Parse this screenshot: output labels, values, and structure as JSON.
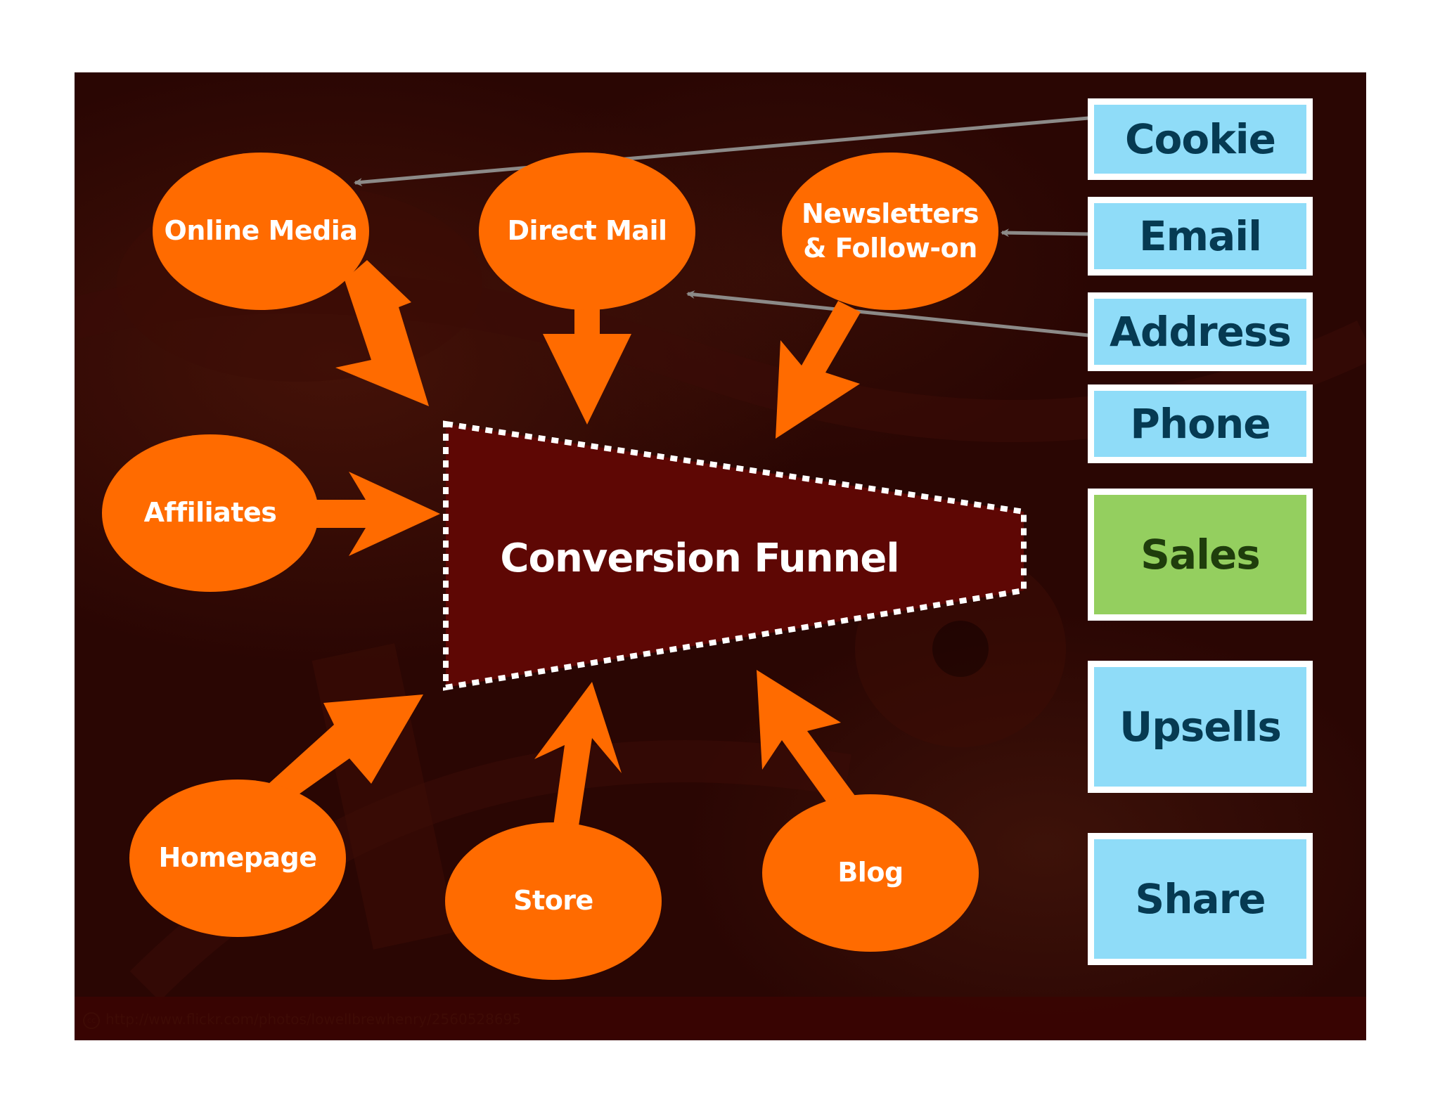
{
  "diagram": {
    "center": {
      "label": "Conversion Funnel"
    },
    "sources": [
      {
        "id": "online-media",
        "label": "Online Media"
      },
      {
        "id": "direct-mail",
        "label": "Direct Mail"
      },
      {
        "id": "newsletters",
        "label": "Newsletters\n& Follow-on"
      },
      {
        "id": "affiliates",
        "label": "Affiliates"
      },
      {
        "id": "homepage",
        "label": "Homepage"
      },
      {
        "id": "store",
        "label": "Store"
      },
      {
        "id": "blog",
        "label": "Blog"
      }
    ],
    "outcomes": [
      {
        "id": "cookie",
        "label": "Cookie"
      },
      {
        "id": "email",
        "label": "Email"
      },
      {
        "id": "address",
        "label": "Address"
      },
      {
        "id": "phone",
        "label": "Phone"
      },
      {
        "id": "sales",
        "label": "Sales"
      },
      {
        "id": "upsells",
        "label": "Upsells"
      },
      {
        "id": "share",
        "label": "Share"
      }
    ],
    "feedback_links": [
      {
        "from": "cookie",
        "to": "online-media"
      },
      {
        "from": "email",
        "to": "newsletters"
      },
      {
        "from": "address",
        "to": "direct-mail"
      }
    ]
  },
  "credit": {
    "license_icon": "cc",
    "text": "http://www.flickr.com/photos/lowellbrewhenry/2560528695"
  },
  "colors": {
    "source_fill": "#ff6b00",
    "funnel_fill": "#5e0704",
    "outcome_fill": "#8fdcf8",
    "outcome_text": "#063a52",
    "sales_fill": "#94cf5f",
    "sales_text": "#1f3d0c",
    "feedback_arrow": "#8c8a88",
    "background": "#2a0603"
  }
}
